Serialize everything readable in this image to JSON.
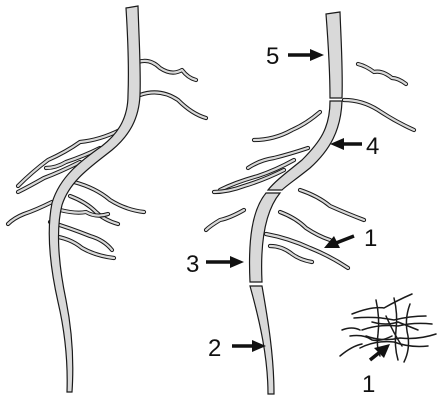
{
  "figure": {
    "labels": [
      {
        "id": "label-5",
        "text": "5"
      },
      {
        "id": "label-4",
        "text": "4"
      },
      {
        "id": "label-1a",
        "text": "1"
      },
      {
        "id": "label-3",
        "text": "3"
      },
      {
        "id": "label-2",
        "text": "2"
      },
      {
        "id": "label-1b",
        "text": "1"
      }
    ],
    "colors": {
      "stem_fill": "#d9d9d9",
      "stroke": "#1a1a1a",
      "background": "#ffffff"
    }
  }
}
